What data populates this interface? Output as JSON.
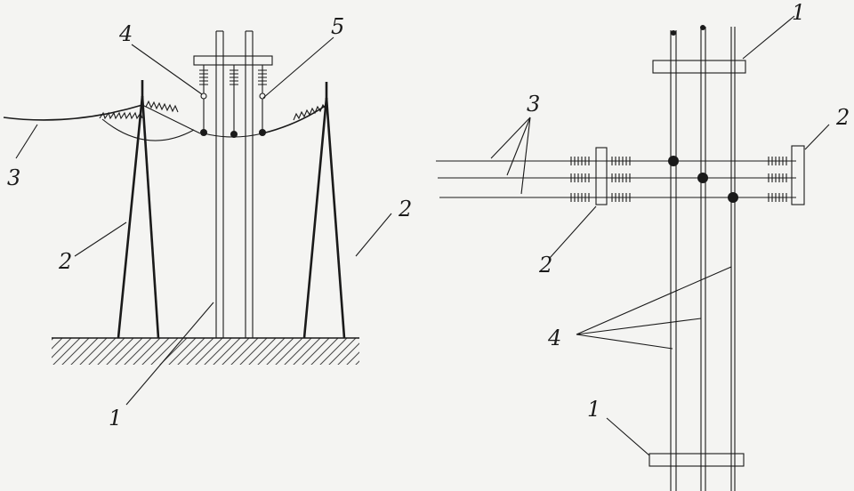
{
  "figure": {
    "left_view": {
      "labels": {
        "conductor_support": "1",
        "tower": "2",
        "tower_right": "2",
        "line_wire": "3",
        "insulator_left": "4",
        "insulator_right": "5"
      }
    },
    "right_view": {
      "labels": {
        "crossbar_top": "1",
        "crossbar_bottom": "1",
        "clamp_left": "2",
        "clamp_right": "2",
        "incoming_wires": "3",
        "conductors": "4"
      }
    }
  },
  "colors": {
    "ink": "#1a1a1a",
    "paper": "#f4f4f2"
  }
}
